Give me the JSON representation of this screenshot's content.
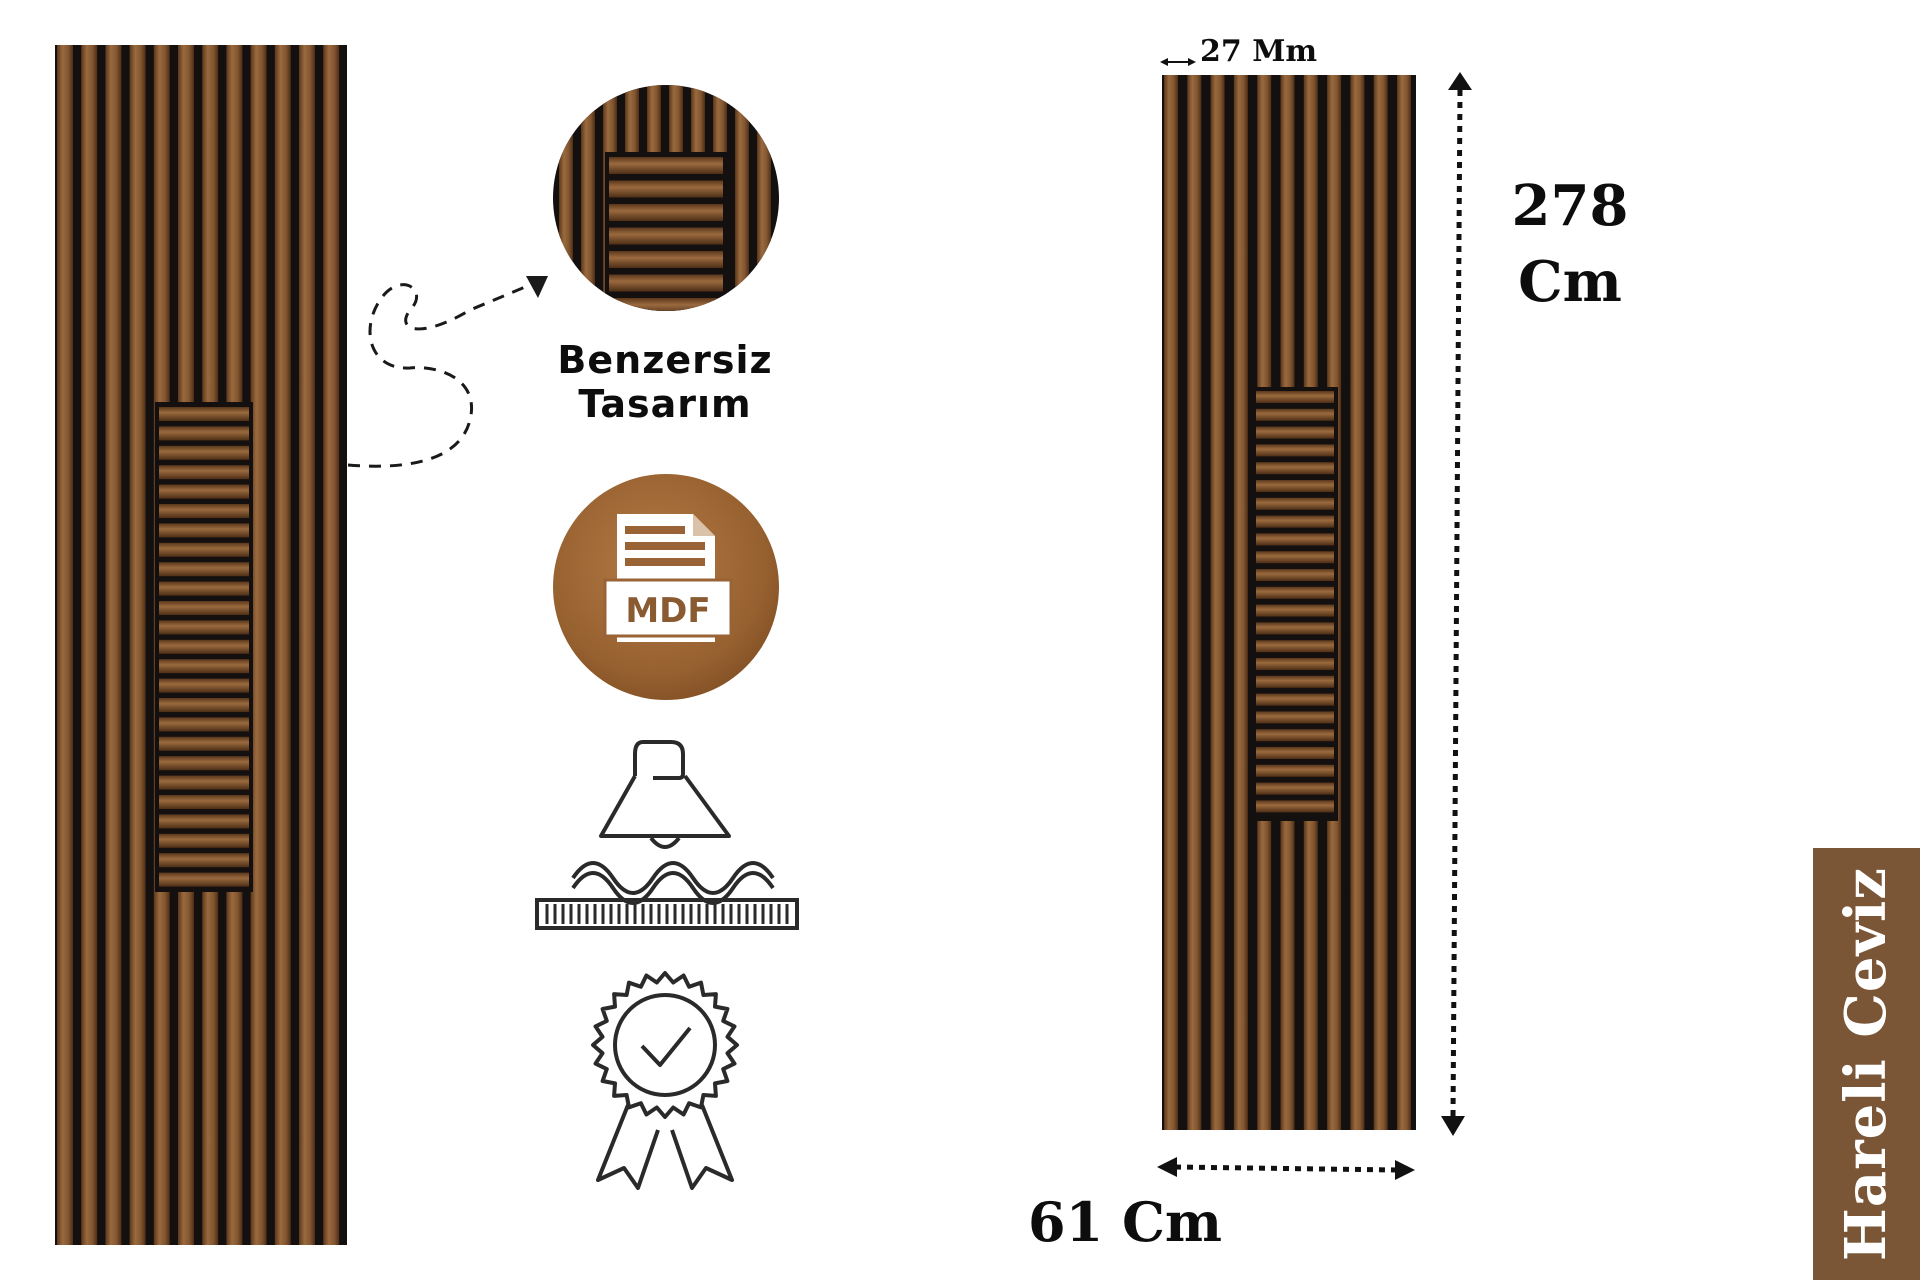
{
  "features": {
    "design_label_line1": "Benzersiz",
    "design_label_line2": "Tasarım",
    "material_label": "MDF"
  },
  "dimensions": {
    "slat_width": "27 Mm",
    "height_value": "278",
    "height_unit": "Cm",
    "width": "61 Cm"
  },
  "product": {
    "color_name": "Hareli Ceviz"
  },
  "colors": {
    "walnut_light": "#9a6a3e",
    "walnut_dark": "#6b4423",
    "gap": "#141010",
    "badge_brown": "#7a5536",
    "icon_stroke": "#2a2a2a",
    "text": "#0d0d0d"
  },
  "icons": [
    "design-detail-icon",
    "mdf-file-icon",
    "acoustic-lamp-icon",
    "quality-badge-icon"
  ]
}
